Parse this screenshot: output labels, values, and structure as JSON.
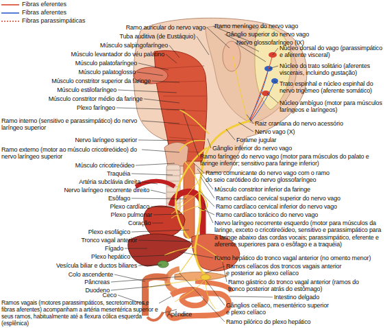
{
  "diagram": {
    "labels": [
      "Ramo auricular do nervo vago",
      "Tuba auditiva (de Eustáquio)",
      "Músculo salpingofaríngeo",
      "Músculo levantador do véu palatino",
      "Músculo palatofaríngeo",
      "Músculo palatoglosso",
      "Músculo constritor superior da faringe",
      "Músculo estilofaríngeo",
      "Músculo constritor médio da faringe",
      "Plexo faríngeo",
      "Ramo interno (sensitivo e parassimpático) do nervo laríngeo superior",
      "Nervo laríngeo superior",
      "Ramo externo (motor ao músculo cricotireóideo) do nervo laríngeo superior",
      "Músculo cricotireóideo",
      "Traquéia",
      "Artéria subclávia direita",
      "Nervo laríngeo recorrente direito",
      "Esôfago",
      "Plexo cardíaco",
      "Plexo pulmonar",
      "Coração",
      "Plexo esofágico",
      "Tronco vagal anterior",
      "Fígado",
      "Plexo hepático",
      "Vesícula biliar e ductos biliares",
      "Colo ascendente",
      "Pâncreas",
      "Duodeno",
      "Ceco",
      "Ramos vagais (motores parassimpáticos, secretomotores e fibras aferentes) acompanham a artéria mesentérica superior e seus ramos, habitualmente até a flexura cólica esquerda (esplênica)",
      "Ramo meníngeo do nervo vago",
      "Gânglio superior do nervo vago",
      "Nervo glossofaríngeo (IX)",
      "Núcleo dorsal do vago (parassimpático e aferente visceral)",
      "Núcleo do trato solitário (aferentes viscerais, incluindo gustação)",
      "Trato espinhal e núcleo espinhal do nervo trigêmeo (aferente somático)",
      "Núcleo ambíguo (motor para músculos faríngeos e laríngeos)",
      "Raiz craniana do nervo acessório",
      "Nervo vago (X)",
      "Forame jugular",
      "Gânglio inferior do nervo vago",
      "Ramo faríngeo do nervo vago (motor para músculos do palato e faringe inferior; sensitivo para faringe inferior)",
      "Ramo comunicante do nervo vago com o ramo do seio carótideo do nervo glossofaríngeo",
      "Músculo constritor inferior da faringe",
      "Ramo cardíaco cervical superior do nervo vago",
      "Ramo cardíaco cervical inferior do nervo vago",
      "Ramo cardíaco torácico do nervo vago",
      "Nervo laríngeo recorrente esquerdo (motor para músculos da laringe, exceto o cricotireóideo, sensitivo e parassimpático para a laringe abaixo das cordas vocais; parassimpático, eferente e aferente superiores para o esôfago e a traquéia)",
      "Ramo hepático do tronco vagal anterior (no omento menor)",
      "Ramos celíacos dos troncos vagais anterior e posterior ao plexo celíaco",
      "Ramo gástrico do tronco vagal anterior (ramos do tronco posterior atrás do estômago)",
      "Intestino delgado",
      "Gânglios celíaco, mesentérico superior e plexo celíaco",
      "Ramo pilórico do plexo hepático",
      "Apêndice"
    ],
    "legend": [
      {
        "text": "Fibras eferentes"
      },
      {
        "text": "Fibras aferentes"
      },
      {
        "text": "Fibras parassimpáticas"
      }
    ]
  }
}
